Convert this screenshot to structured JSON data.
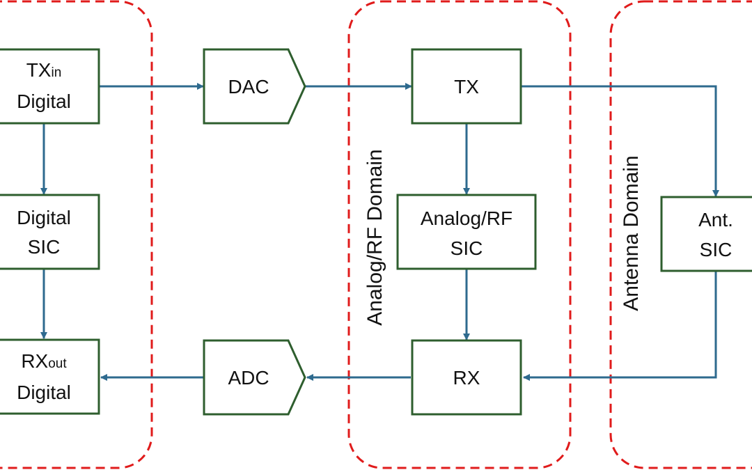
{
  "colors": {
    "box_stroke": "#2e5e2e",
    "arrow": "#2e6a8e",
    "region_border": "#e01b1b",
    "text": "#111111"
  },
  "domains": {
    "analog_rf": "Analog/RF Domain",
    "antenna": "Antenna Domain"
  },
  "blocks": {
    "tx_in": {
      "main": "TX",
      "sub": "in",
      "line2": "Digital"
    },
    "digital_sic": {
      "line1": "Digital",
      "line2": "SIC"
    },
    "rx_out": {
      "main": "RX",
      "sub": "out",
      "line2": "Digital"
    },
    "dac": {
      "label": "DAC"
    },
    "adc": {
      "label": "ADC"
    },
    "tx": {
      "label": "TX"
    },
    "analog_rf_sic": {
      "line1": "Analog/RF",
      "line2": "SIC"
    },
    "rx": {
      "label": "RX"
    },
    "ant_sic": {
      "line1": "Ant.",
      "line2": "SIC"
    }
  }
}
